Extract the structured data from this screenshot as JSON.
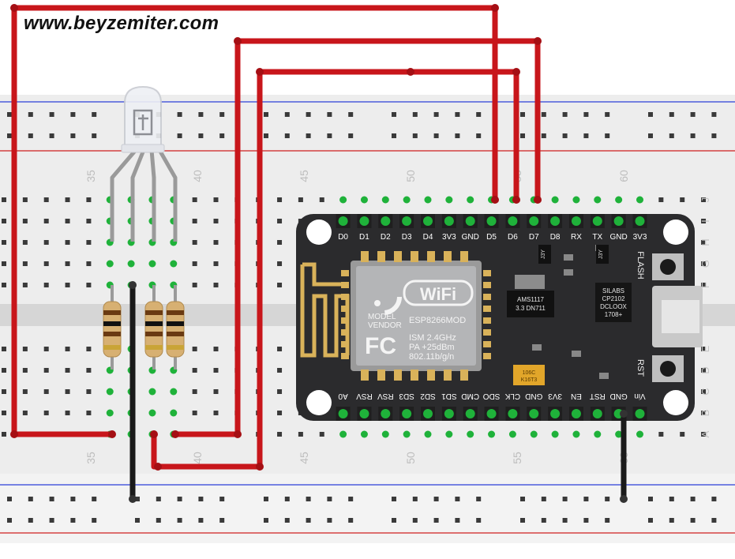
{
  "watermark": "www.beyzemiter.com",
  "breadboard": {
    "column_numbers": [
      "35",
      "40",
      "45",
      "50",
      "55",
      "60"
    ],
    "row_letters_top": [
      "J",
      "I",
      "H",
      "G",
      "F"
    ],
    "row_letters_bottom": [
      "E",
      "D",
      "C",
      "B",
      "A"
    ]
  },
  "board": {
    "top_pins": [
      "D0",
      "D1",
      "D2",
      "D3",
      "D4",
      "3V3",
      "GND",
      "D5",
      "D6",
      "D7",
      "D8",
      "RX",
      "TX",
      "GND",
      "3V3"
    ],
    "bottom_pins": [
      "A0",
      "RSV",
      "RSV",
      "SD3",
      "SD2",
      "SD1",
      "CMD",
      "SDO",
      "CLK",
      "GND",
      "3V3",
      "EN",
      "RST",
      "GND",
      "Vin"
    ],
    "wifi_label": "WiFi",
    "module_lines": [
      "MODEL",
      "VENDOR",
      "ESP8266MOD",
      "ISM 2.4GHz",
      "PA  +25dBm",
      "802.11b/g/n"
    ],
    "fc_logo": "FC",
    "regulator": [
      "AMS1117",
      "3.3  DN711"
    ],
    "usb_chip": [
      "SILABS",
      "CP2102",
      "DCLOOX",
      "1708+"
    ],
    "flash_label": "FLASH",
    "rst_label": "RST",
    "cap_label": [
      "106C",
      "K16T3"
    ],
    "small_labels": [
      "J3Y",
      "J3Y"
    ]
  },
  "colors": {
    "wire_red": "#c8161b",
    "wire_black": "#1a1a1a",
    "board": "#2b2b2d",
    "breadboard": "#ededed",
    "rail_blue": "#2c3fd8",
    "rail_red": "#d02020",
    "pin_green": "#1fb23a"
  }
}
